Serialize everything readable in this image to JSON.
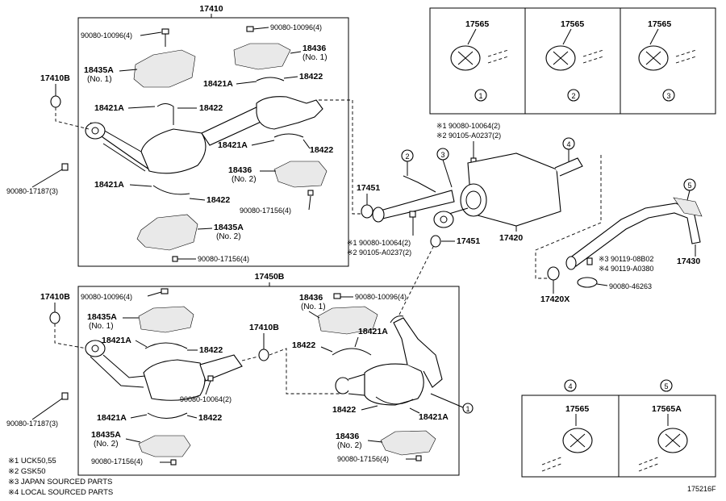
{
  "diagram": {
    "code": "175216F",
    "groups": {
      "front": "17410",
      "rear": "17450B"
    },
    "front_parts": {
      "bolt_top": "90080-10096(4)",
      "bolt_top2": "90080-10096(4)",
      "shield_18435a_top": "18435A",
      "shield_18435a_top_note": "(No. 1)",
      "shield_18436_top": "18436",
      "shield_18436_top_note": "(No. 1)",
      "gasket_17410b": "17410B",
      "clamp_18421a_1": "18421A",
      "clamp_18422_1": "18422",
      "clamp_18421a_2": "18421A",
      "clamp_18422_2": "18422",
      "clamp_18421a_3": "18421A",
      "clamp_18422_3": "18422",
      "clamp_18421a_4": "18421A",
      "clamp_18422_4": "18422",
      "shield_18436_bot": "18436",
      "shield_18436_bot_note": "(No. 2)",
      "nut_17156a": "90080-17156(4)",
      "shield_18435a_bot": "18435A",
      "shield_18435a_bot_note": "(No. 2)",
      "nut_17156b": "90080-17156(4)",
      "nut_17187": "90080-17187(3)"
    },
    "rear_parts": {
      "gasket_17410b": "17410B",
      "bolt_top": "90080-10096(4)",
      "shield_18435a_top": "18435A",
      "shield_18435a_top_note": "(No. 1)",
      "clamp_18421a_1": "18421A",
      "clamp_18422_1": "18422",
      "gasket_17410b_mid": "17410B",
      "shield_18436_top": "18436",
      "shield_18436_top_note": "(No. 1)",
      "bolt_top2": "90080-10096(4)",
      "clamp_18421a_2": "18421A",
      "clamp_18422_2": "18422",
      "nut_17187": "90080-17187(3)",
      "bolt_10064": "90080-10064(2)",
      "clamp_18421a_3": "18421A",
      "clamp_18422_3": "18422",
      "clamp_18422_4": "18422",
      "clamp_18421a_4": "18421A",
      "shield_18435a_bot": "18435A",
      "shield_18435a_bot_note": "(No. 2)",
      "shield_18436_bot": "18436",
      "shield_18436_bot_note": "(No. 2)",
      "nut_17156a": "90080-17156(4)",
      "nut_17156b": "90080-17156(4)",
      "callout_1": "1"
    },
    "muffler": {
      "note_a1": "※1 90080-10064(2)",
      "note_a2": "※2 90105-A0237(2)",
      "gasket_17451_top": "17451",
      "gasket_17451_bot": "17451",
      "note_b1": "※1 90080-10064(2)",
      "note_b2": "※2 90105-A0237(2)",
      "muffler_17420": "17420",
      "tail_17430": "17430",
      "gasket_17420x": "17420X",
      "note_c3": "※3 90119-08B02",
      "note_c4": "※4 90119-A0380",
      "clamp_46263": "90080-46263",
      "callout_2": "2",
      "callout_3": "3",
      "callout_4": "4",
      "callout_5": "5"
    },
    "hangers_top": [
      {
        "callout": "1",
        "part": "17565"
      },
      {
        "callout": "2",
        "part": "17565"
      },
      {
        "callout": "3",
        "part": "17565"
      }
    ],
    "hangers_bottom": [
      {
        "callout": "4",
        "part": "17565"
      },
      {
        "callout": "5",
        "part": "17565A"
      }
    ],
    "legend": [
      "※1 UCK50,55",
      "※2 GSK50",
      "※3 JAPAN SOURCED PARTS",
      "※4 LOCAL SOURCED PARTS"
    ]
  }
}
